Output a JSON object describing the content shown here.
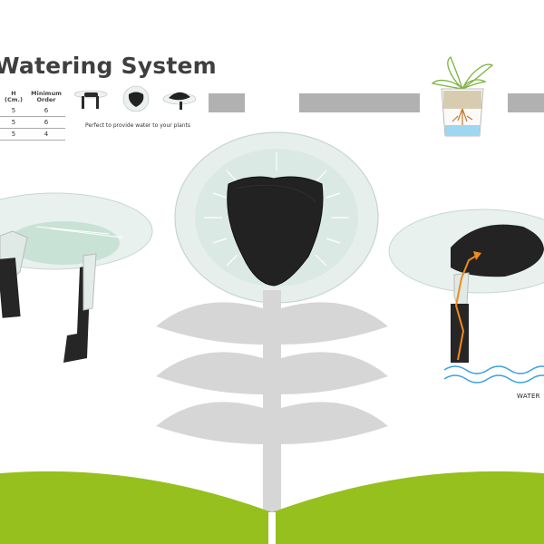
{
  "page": {
    "title": "Watering System",
    "tagline": "Perfect to provide water to your plants",
    "water_label": "WATER"
  },
  "spec_table": {
    "headers": [
      "H\n(Cm.)",
      "Minimum\nOrder"
    ],
    "rows": [
      [
        "5",
        "6"
      ],
      [
        "5",
        "6"
      ],
      [
        "5",
        "4"
      ]
    ]
  },
  "colors": {
    "title": "#3f3f3f",
    "accent_green": "#95c01d",
    "bar_gray": "#b1b1b1",
    "leaf_gray": "#d5d5d5",
    "felt": "#222222",
    "disc": "#e4efec",
    "wick_arrow": "#f08a1c",
    "water_lines": "#3aa0e0"
  },
  "icons": {
    "thumbnails": [
      "disc-side-icon",
      "disc-top-icon",
      "disc-felt-icon"
    ],
    "plant": "potted-plant-icon"
  }
}
